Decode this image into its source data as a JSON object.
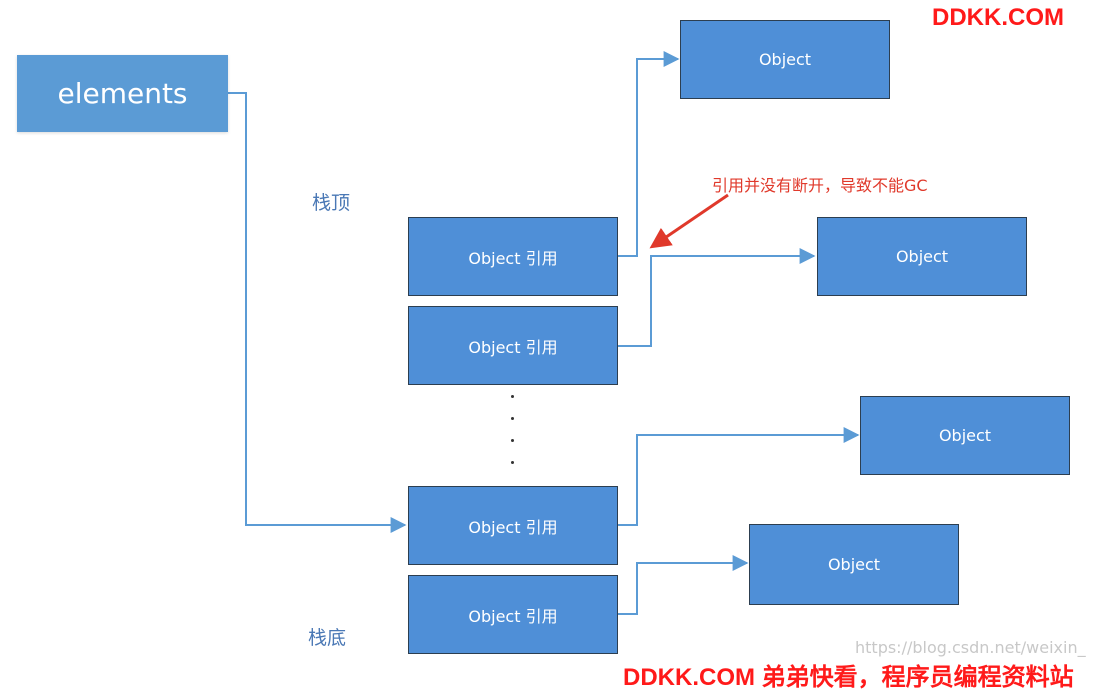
{
  "colors": {
    "box_fill": "#4f8fd7",
    "line": "#5b9bd5",
    "annotation": "#e0392b",
    "watermark": "#ff1a1a",
    "label": "#4a78b5"
  },
  "elements_label": "elements",
  "stack_top_label": "栈顶",
  "stack_bottom_label": "栈底",
  "ref_label": "Object 引用",
  "object_label": "Object",
  "annotation": "引用并没有断开，导致不能GC",
  "watermark_top": "DDKK.COM",
  "watermark_bottom": "DDKK.COM 弟弟快看，程序员编程资料站",
  "url_watermark": "https://blog.csdn.net/weixin_"
}
